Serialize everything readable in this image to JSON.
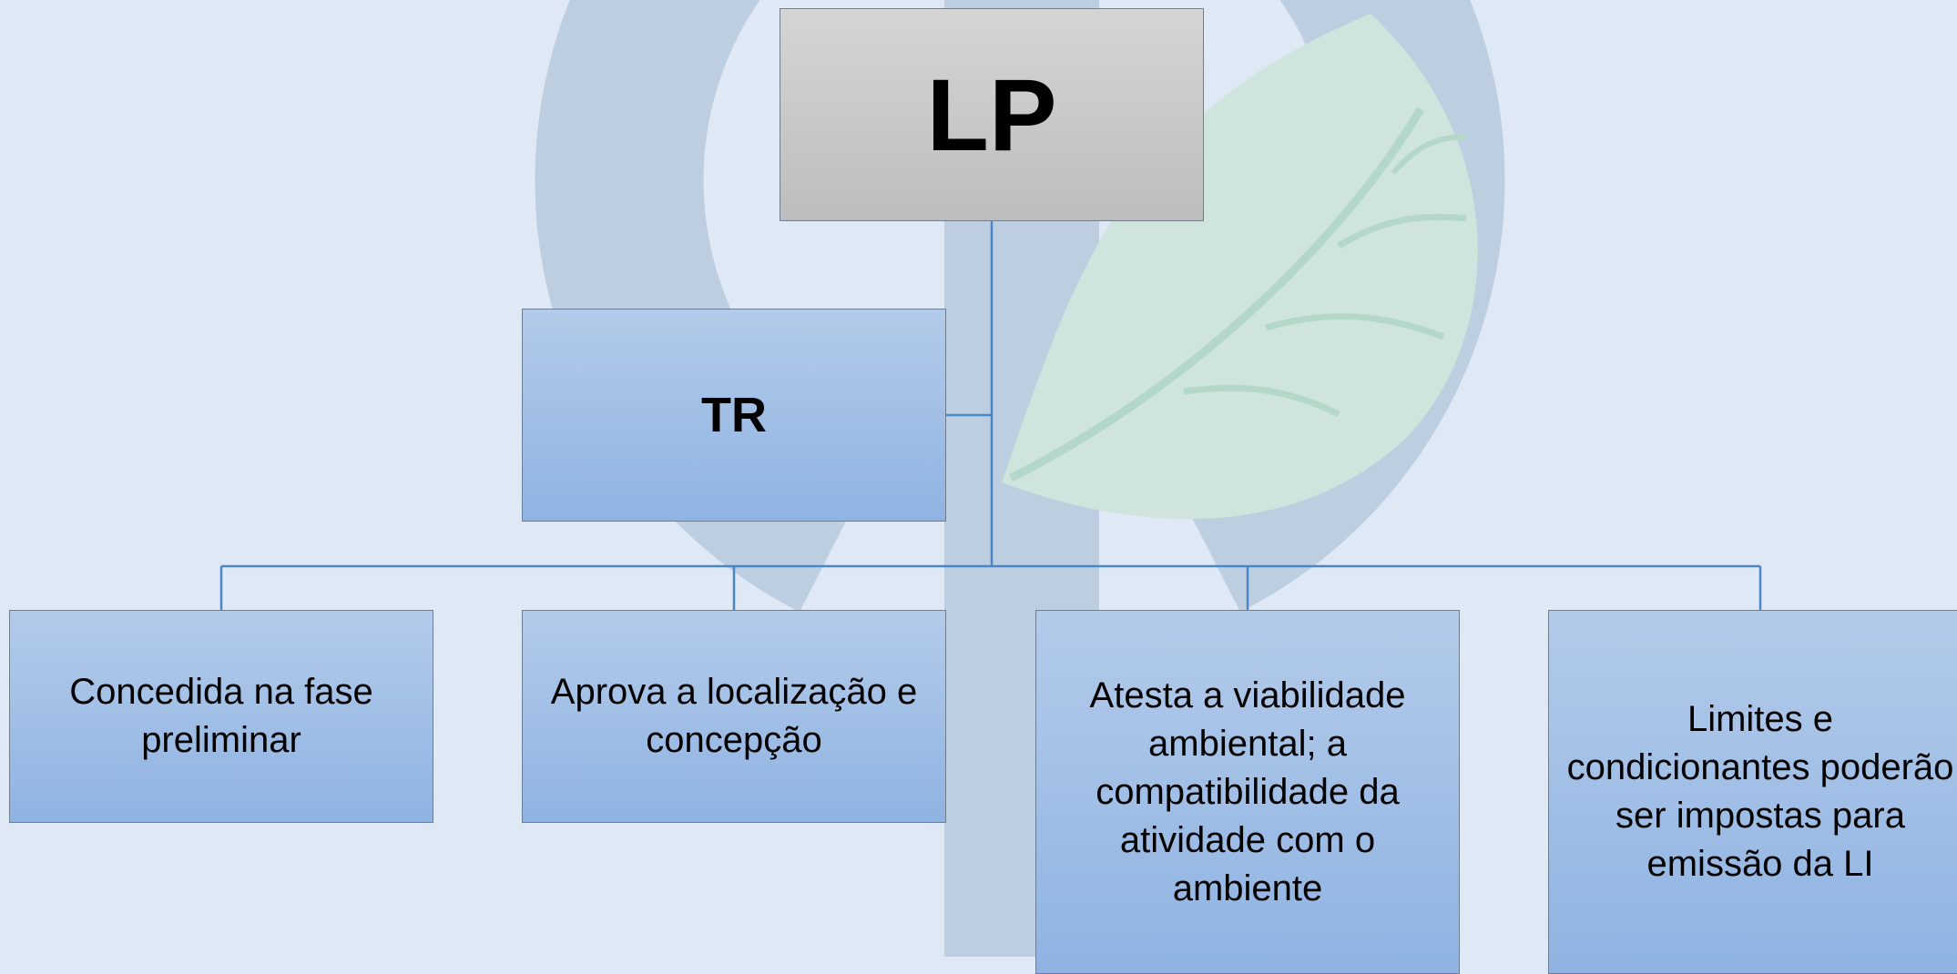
{
  "diagram": {
    "root": {
      "label": "LP"
    },
    "assistant": {
      "label": "TR"
    },
    "children": [
      {
        "label": "Concedida na fase preliminar"
      },
      {
        "label": "Aprova a localização e concepção"
      },
      {
        "label": "Atesta a viabilidade ambiental; a compatibilidade da atividade com o ambiente"
      },
      {
        "label": "Limites e condicionantes poderão ser impostas para emissão da LI"
      }
    ]
  },
  "colors": {
    "background": "#dfe9f5",
    "box_fill": "#a3c0e6",
    "root_fill": "#c8c8c8",
    "connector": "#4a86c8",
    "watermark_ring": "#bccee0",
    "watermark_leaf": "#cfe4dc"
  }
}
